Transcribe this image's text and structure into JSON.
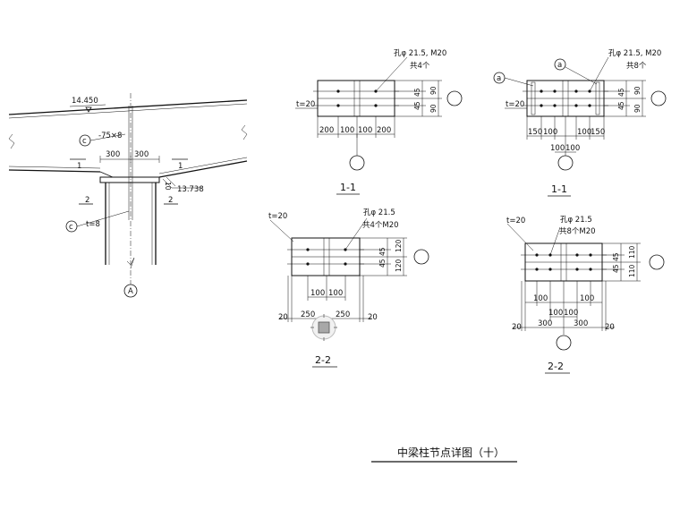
{
  "elevation": {
    "top_level": "14.450",
    "bottom_level": "13.738",
    "stiffener_note": "-75×8",
    "stiffener_tag": "c",
    "web_thickness": "t=8",
    "web_tag": "c",
    "dim_left": "300",
    "dim_right": "300",
    "section_1_left": "1",
    "section_1_right": "1",
    "section_2_left": "2",
    "section_2_right": "2",
    "gap_dim": "10",
    "axis_label": "A"
  },
  "detail_1_left": {
    "hole_note": "孔φ  21.5, M20",
    "bolt_count": "共4个",
    "thickness": "t=20",
    "dims_bottom": [
      "200",
      "100",
      "100",
      "200"
    ],
    "dims_side_inner": [
      "45",
      "45"
    ],
    "dims_side_outer": [
      "90",
      "90"
    ],
    "caption": "1-1"
  },
  "detail_1_right": {
    "hole_note": "孔φ  21.5, M20",
    "bolt_count": "共8个",
    "thickness": "t=20",
    "tag_a": "a",
    "tag_b": "a",
    "dims_bottom": [
      "150",
      "100",
      "100",
      "150"
    ],
    "dims_bottom_center": [
      "100",
      "100"
    ],
    "dims_side_inner": [
      "45",
      "45"
    ],
    "dims_side_outer": [
      "90",
      "90"
    ],
    "caption": "1-1"
  },
  "detail_2_left": {
    "thickness": "t=20",
    "hole_note": "孔φ  21.5",
    "bolt_count": "共4个M20",
    "dims_bottom": [
      "100",
      "100"
    ],
    "dims_outer": [
      "20",
      "250",
      "250",
      "20"
    ],
    "dims_side_inner": [
      "45",
      "45"
    ],
    "dims_side_outer": [
      "120",
      "120"
    ],
    "caption": "2-2"
  },
  "detail_2_right": {
    "thickness": "t=20",
    "hole_note": "孔φ  21.5",
    "bolt_count": "共8个M20",
    "dims_top": [
      "100",
      "100"
    ],
    "dims_mid": [
      "100",
      "100"
    ],
    "dims_outer": [
      "20",
      "300",
      "300",
      "20"
    ],
    "dims_side_inner": [
      "45",
      "45"
    ],
    "dims_side_outer": [
      "110",
      "110"
    ],
    "caption": "2-2"
  },
  "drawing_title": "中梁柱节点详图（十）"
}
